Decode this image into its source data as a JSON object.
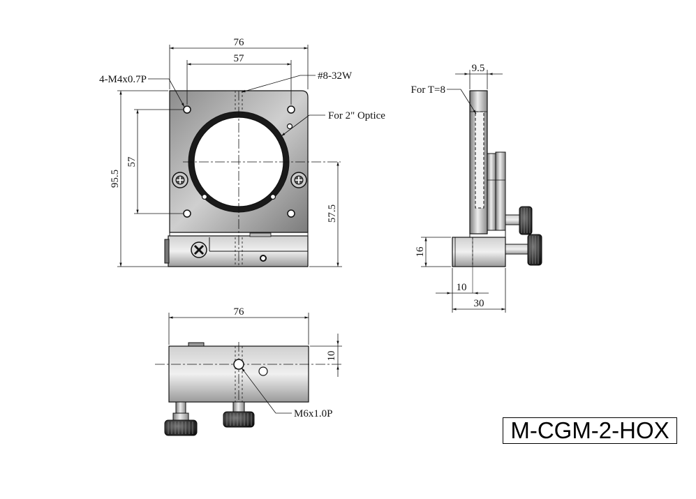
{
  "front_view": {
    "width_total": "76",
    "hole_spacing_h": "57",
    "hole_spacing_v": "57",
    "height_total": "95.5",
    "center_height": "57.5",
    "tapped_holes": "4-M4x0.7P",
    "center_thread": "#8-32W",
    "optic_label": "For 2\" Optice"
  },
  "side_view": {
    "thickness": "9.5",
    "optic_thickness": "For T=8",
    "base_height": "16",
    "offset": "10",
    "base_depth": "30"
  },
  "bottom_view": {
    "width_total": "76",
    "hole_offset": "10",
    "mount_thread": "M6x1.0P"
  },
  "model_number": "M-CGM-2-HOX",
  "colors": {
    "line": "#111111",
    "body_gradient_dark": "#6e6e6e",
    "body_gradient_light": "#e4e4e4"
  }
}
